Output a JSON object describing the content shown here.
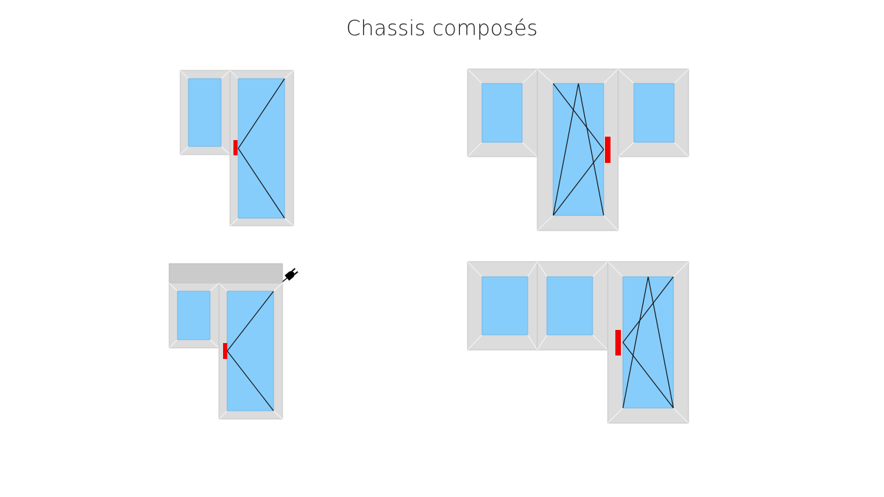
{
  "slide": {
    "title": "Chassis composés"
  },
  "colors": {
    "frame_fill": "#dcdcdc",
    "frame_stroke": "#c4c4c4",
    "glass_fill": "#87cdfb",
    "glass_stroke": "#6fb6e6",
    "handle": "#f20000",
    "opening_line": "#111111",
    "shutter_box": "#cbcbcb",
    "motor_icon": "#000000"
  },
  "assemblies": [
    {
      "name": "assembly-fixed-left-door-right",
      "units": [
        {
          "name": "fixed-pane-left",
          "type": "fixed"
        },
        {
          "name": "door-opening-left-hinged",
          "type": "casement",
          "hinge": "right",
          "handle_side": "left"
        }
      ]
    },
    {
      "name": "assembly-fixed-door-fixed",
      "units": [
        {
          "name": "fixed-pane-left",
          "type": "fixed"
        },
        {
          "name": "door-tilt-turn",
          "type": "tilt-turn",
          "hinge": "left",
          "handle_side": "right"
        },
        {
          "name": "fixed-pane-right",
          "type": "fixed"
        }
      ]
    },
    {
      "name": "assembly-with-roller-shutter",
      "accessories": [
        "roller-shutter-box",
        "motor-plug-icon"
      ],
      "units": [
        {
          "name": "fixed-pane-left",
          "type": "fixed"
        },
        {
          "name": "door-opening-left-hinged",
          "type": "casement",
          "hinge": "right",
          "handle_side": "left"
        }
      ]
    },
    {
      "name": "assembly-two-fixed-door-right",
      "units": [
        {
          "name": "fixed-pane-left",
          "type": "fixed"
        },
        {
          "name": "fixed-pane-middle",
          "type": "fixed"
        },
        {
          "name": "door-tilt-turn",
          "type": "tilt-turn",
          "hinge": "right",
          "handle_side": "left"
        }
      ]
    }
  ]
}
